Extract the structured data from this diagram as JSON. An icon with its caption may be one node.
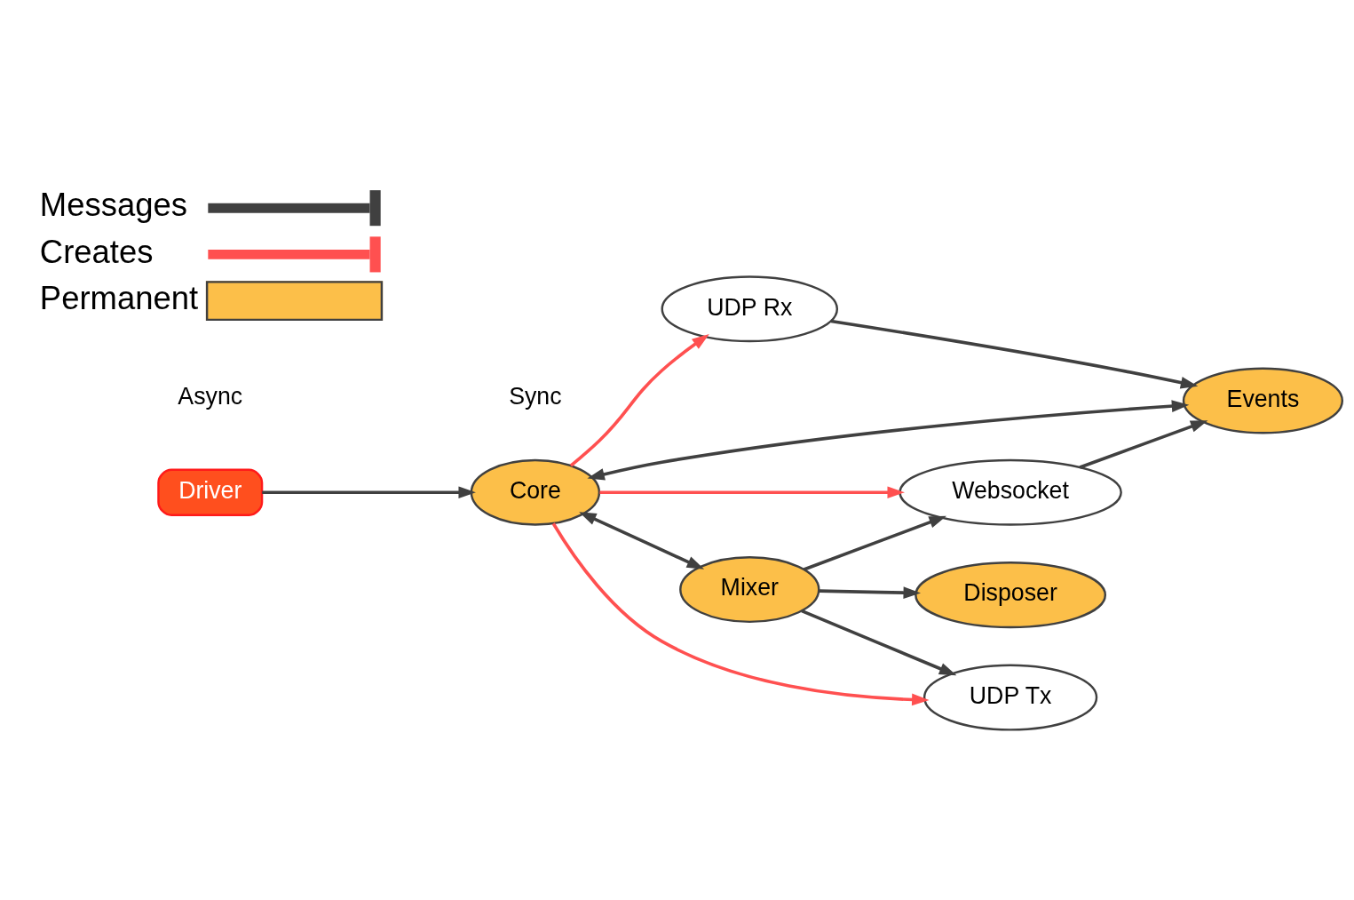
{
  "diagram": {
    "nodes": [
      {
        "text": [
          "Events"
        ]
      },
      {
        "text": [
          "UDP Rx"
        ]
      },
      {
        "text": [
          "Driver"
        ]
      },
      {
        "text": [
          "Core"
        ]
      },
      {
        "text": [
          "Websocket"
        ]
      },
      {
        "text": [
          "UDP Tx"
        ]
      },
      {
        "text": [
          "Mixer"
        ]
      },
      {
        "text": [
          "Disposer"
        ]
      }
    ],
    "edges": [
      {
        "from": 2,
        "to": 3,
        "arrow": "to"
      },
      {
        "from": 3,
        "to": 0,
        "arrow": "both"
      },
      {
        "from": 1,
        "to": 0,
        "arrow": "to"
      },
      {
        "from": 4,
        "to": 0,
        "arrow": "to"
      },
      {
        "from": 3,
        "to": 1,
        "arrow": "to",
        "color": "#ff5050"
      },
      {
        "from": 3,
        "to": 4,
        "arrow": "to",
        "color": "#ff5050"
      },
      {
        "from": 3,
        "to": 5,
        "arrow": "to",
        "color": "#ff5050"
      },
      {
        "from": 3,
        "to": 6,
        "arrow": "both"
      },
      {
        "from": 6,
        "to": 4,
        "arrow": "to"
      },
      {
        "from": 6,
        "to": 5,
        "arrow": "to"
      },
      {
        "from": 6,
        "to": 7,
        "arrow": "to"
      }
    ],
    "labels": [
      "Async",
      "Sync"
    ],
    "legend": [
      {
        "text": "Messages"
      },
      {
        "text": "Creates"
      },
      {
        "text": "Permanent",
        "color": "#fcbf49"
      }
    ]
  }
}
